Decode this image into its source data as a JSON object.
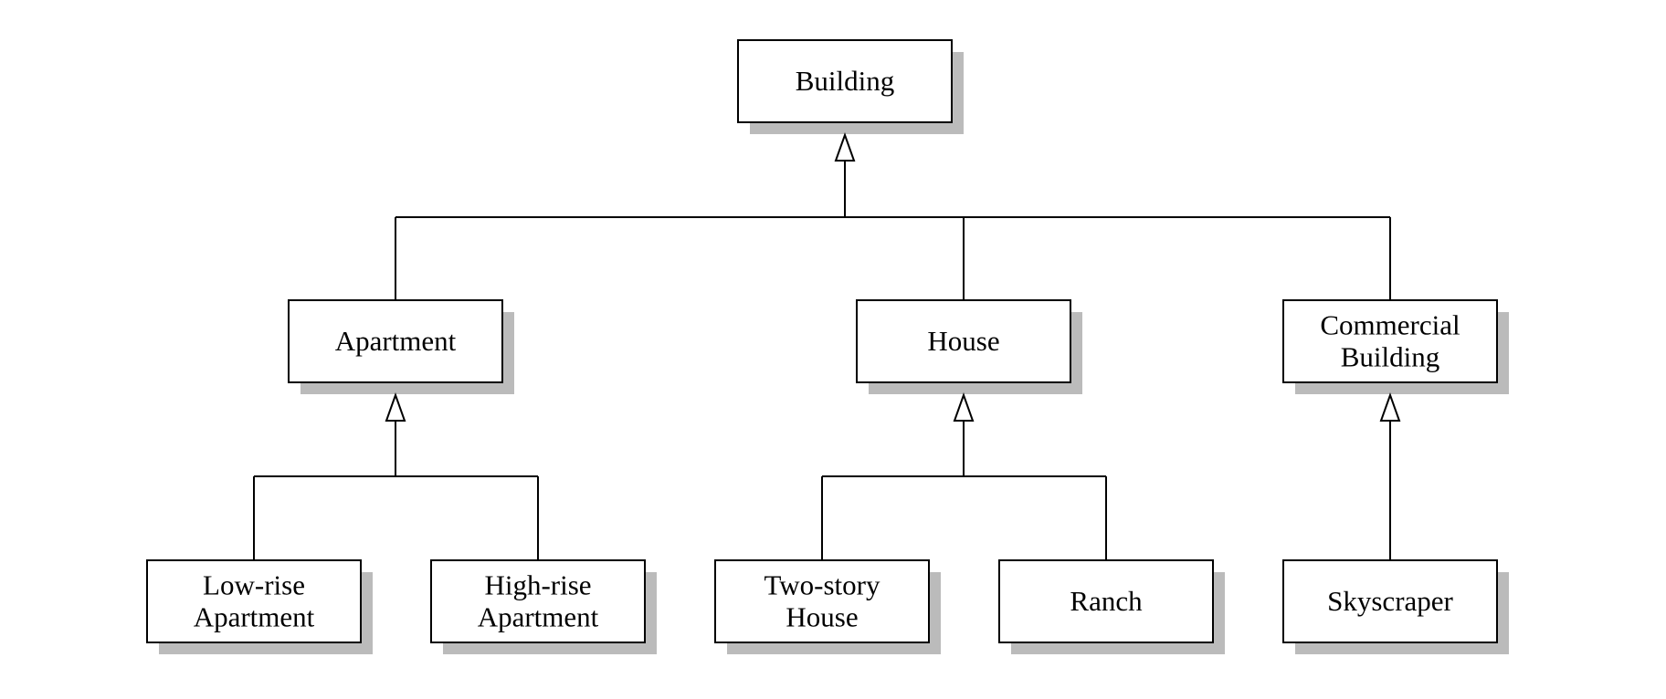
{
  "diagram": {
    "root": {
      "id": "building",
      "lines": [
        "Building"
      ]
    },
    "level2": [
      {
        "id": "apartment",
        "lines": [
          "Apartment"
        ]
      },
      {
        "id": "house",
        "lines": [
          "House"
        ]
      },
      {
        "id": "commercial-building",
        "lines": [
          "Commercial",
          "Building"
        ]
      }
    ],
    "level3": [
      {
        "id": "low-rise-apartment",
        "parent": "apartment",
        "lines": [
          "Low-rise",
          "Apartment"
        ]
      },
      {
        "id": "high-rise-apartment",
        "parent": "apartment",
        "lines": [
          "High-rise",
          "Apartment"
        ]
      },
      {
        "id": "two-story-house",
        "parent": "house",
        "lines": [
          "Two-story",
          "House"
        ]
      },
      {
        "id": "ranch",
        "parent": "house",
        "lines": [
          "Ranch"
        ]
      },
      {
        "id": "skyscraper",
        "parent": "commercial-building",
        "lines": [
          "Skyscraper"
        ]
      }
    ],
    "colors": {
      "stroke": "#000000",
      "shadow": "#bbbbbb",
      "fill": "#ffffff"
    }
  }
}
